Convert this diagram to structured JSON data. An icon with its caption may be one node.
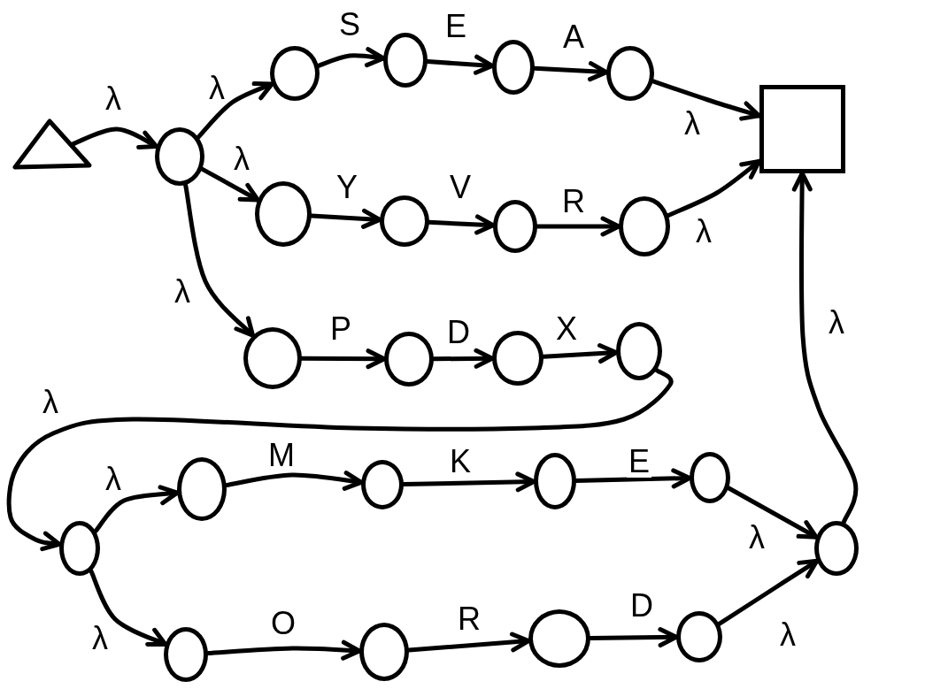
{
  "diagram": {
    "nodes": [
      {
        "text": [],
        "shape": "triangle"
      },
      {
        "text": [],
        "shape": "circle"
      },
      {
        "text": [],
        "shape": "circle"
      },
      {
        "text": [],
        "shape": "circle"
      },
      {
        "text": [],
        "shape": "circle"
      },
      {
        "text": [],
        "shape": "circle"
      },
      {
        "text": [],
        "shape": "box"
      },
      {
        "text": [],
        "shape": "circle"
      },
      {
        "text": [],
        "shape": "circle"
      },
      {
        "text": [],
        "shape": "circle"
      },
      {
        "text": [],
        "shape": "circle"
      },
      {
        "text": [],
        "shape": "circle"
      },
      {
        "text": [],
        "shape": "circle"
      },
      {
        "text": [],
        "shape": "circle"
      },
      {
        "text": [],
        "shape": "circle"
      },
      {
        "text": [],
        "shape": "circle"
      },
      {
        "text": [],
        "shape": "circle"
      },
      {
        "text": [],
        "shape": "circle"
      },
      {
        "text": [],
        "shape": "circle"
      },
      {
        "text": [],
        "shape": "circle"
      },
      {
        "text": [],
        "shape": "circle"
      },
      {
        "text": [],
        "shape": "circle"
      },
      {
        "text": [],
        "shape": "circle"
      },
      {
        "text": [],
        "shape": "circle"
      },
      {
        "text": [],
        "shape": "circle"
      }
    ],
    "edges": [
      {
        "from": 0,
        "to": 1,
        "arrow": "to",
        "label": "λ"
      },
      {
        "from": 1,
        "to": 2,
        "arrow": "to",
        "label": "λ"
      },
      {
        "from": 1,
        "to": 7,
        "arrow": "to",
        "label": "λ"
      },
      {
        "from": 1,
        "to": 11,
        "arrow": "to",
        "label": "λ"
      },
      {
        "from": 2,
        "to": 3,
        "arrow": "to",
        "label": "S"
      },
      {
        "from": 3,
        "to": 4,
        "arrow": "to",
        "label": "E"
      },
      {
        "from": 4,
        "to": 5,
        "arrow": "to",
        "label": "A"
      },
      {
        "from": 5,
        "to": 6,
        "arrow": "to",
        "label": "λ"
      },
      {
        "from": 7,
        "to": 8,
        "arrow": "to",
        "label": "Y"
      },
      {
        "from": 8,
        "to": 9,
        "arrow": "to",
        "label": "V"
      },
      {
        "from": 9,
        "to": 10,
        "arrow": "to",
        "label": "R"
      },
      {
        "from": 10,
        "to": 6,
        "arrow": "to",
        "label": "λ"
      },
      {
        "from": 11,
        "to": 12,
        "arrow": "to",
        "label": "P"
      },
      {
        "from": 12,
        "to": 13,
        "arrow": "to",
        "label": "D"
      },
      {
        "from": 13,
        "to": 14,
        "arrow": "to",
        "label": "X"
      },
      {
        "from": 14,
        "to": 15,
        "arrow": "to",
        "label": "λ"
      },
      {
        "from": 15,
        "to": 16,
        "arrow": "to",
        "label": "λ"
      },
      {
        "from": 15,
        "to": 20,
        "arrow": "to",
        "label": "λ"
      },
      {
        "from": 16,
        "to": 17,
        "arrow": "to",
        "label": "M"
      },
      {
        "from": 17,
        "to": 18,
        "arrow": "to",
        "label": "K"
      },
      {
        "from": 18,
        "to": 19,
        "arrow": "to",
        "label": "E"
      },
      {
        "from": 19,
        "to": 24,
        "arrow": "to",
        "label": "λ"
      },
      {
        "from": 20,
        "to": 21,
        "arrow": "to",
        "label": "O"
      },
      {
        "from": 21,
        "to": 22,
        "arrow": "to",
        "label": "R"
      },
      {
        "from": 22,
        "to": 23,
        "arrow": "to",
        "label": "D"
      },
      {
        "from": 23,
        "to": 24,
        "arrow": "to",
        "label": "λ"
      },
      {
        "from": 24,
        "to": 6,
        "arrow": "to",
        "label": "λ"
      }
    ]
  }
}
